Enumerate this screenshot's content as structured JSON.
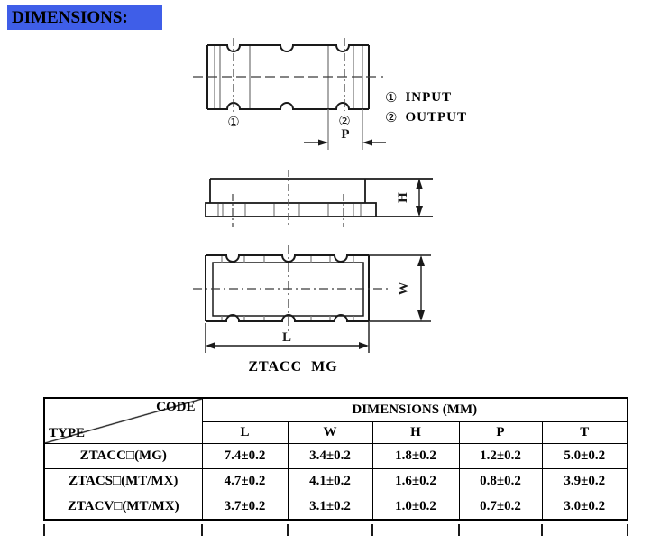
{
  "header": {
    "title": "DIMENSIONS:"
  },
  "accent_color": "#3f5ee8",
  "drawing": {
    "pin1": "①",
    "pin2": "②",
    "dim_p": "P",
    "dim_h": "H",
    "dim_w": "W",
    "dim_l": "L",
    "caption": "ZTACC  MG",
    "legend": [
      {
        "num": "①",
        "label": "INPUT"
      },
      {
        "num": "②",
        "label": "OUTPUT"
      }
    ]
  },
  "table": {
    "corner": {
      "top": "CODE",
      "bottom": "TYPE"
    },
    "group_header": "DIMENSIONS (MM)",
    "columns": [
      "L",
      "W",
      "H",
      "P",
      "T"
    ],
    "rows": [
      {
        "type": "ZTACC□(MG)",
        "values": [
          "7.4±0.2",
          "3.4±0.2",
          "1.8±0.2",
          "1.2±0.2",
          "5.0±0.2"
        ]
      },
      {
        "type": "ZTACS□(MT/MX)",
        "values": [
          "4.7±0.2",
          "4.1±0.2",
          "1.6±0.2",
          "0.8±0.2",
          "3.9±0.2"
        ]
      },
      {
        "type": "ZTACV□(MT/MX)",
        "values": [
          "3.7±0.2",
          "3.1±0.2",
          "1.0±0.2",
          "0.7±0.2",
          "3.0±0.2"
        ]
      }
    ]
  }
}
